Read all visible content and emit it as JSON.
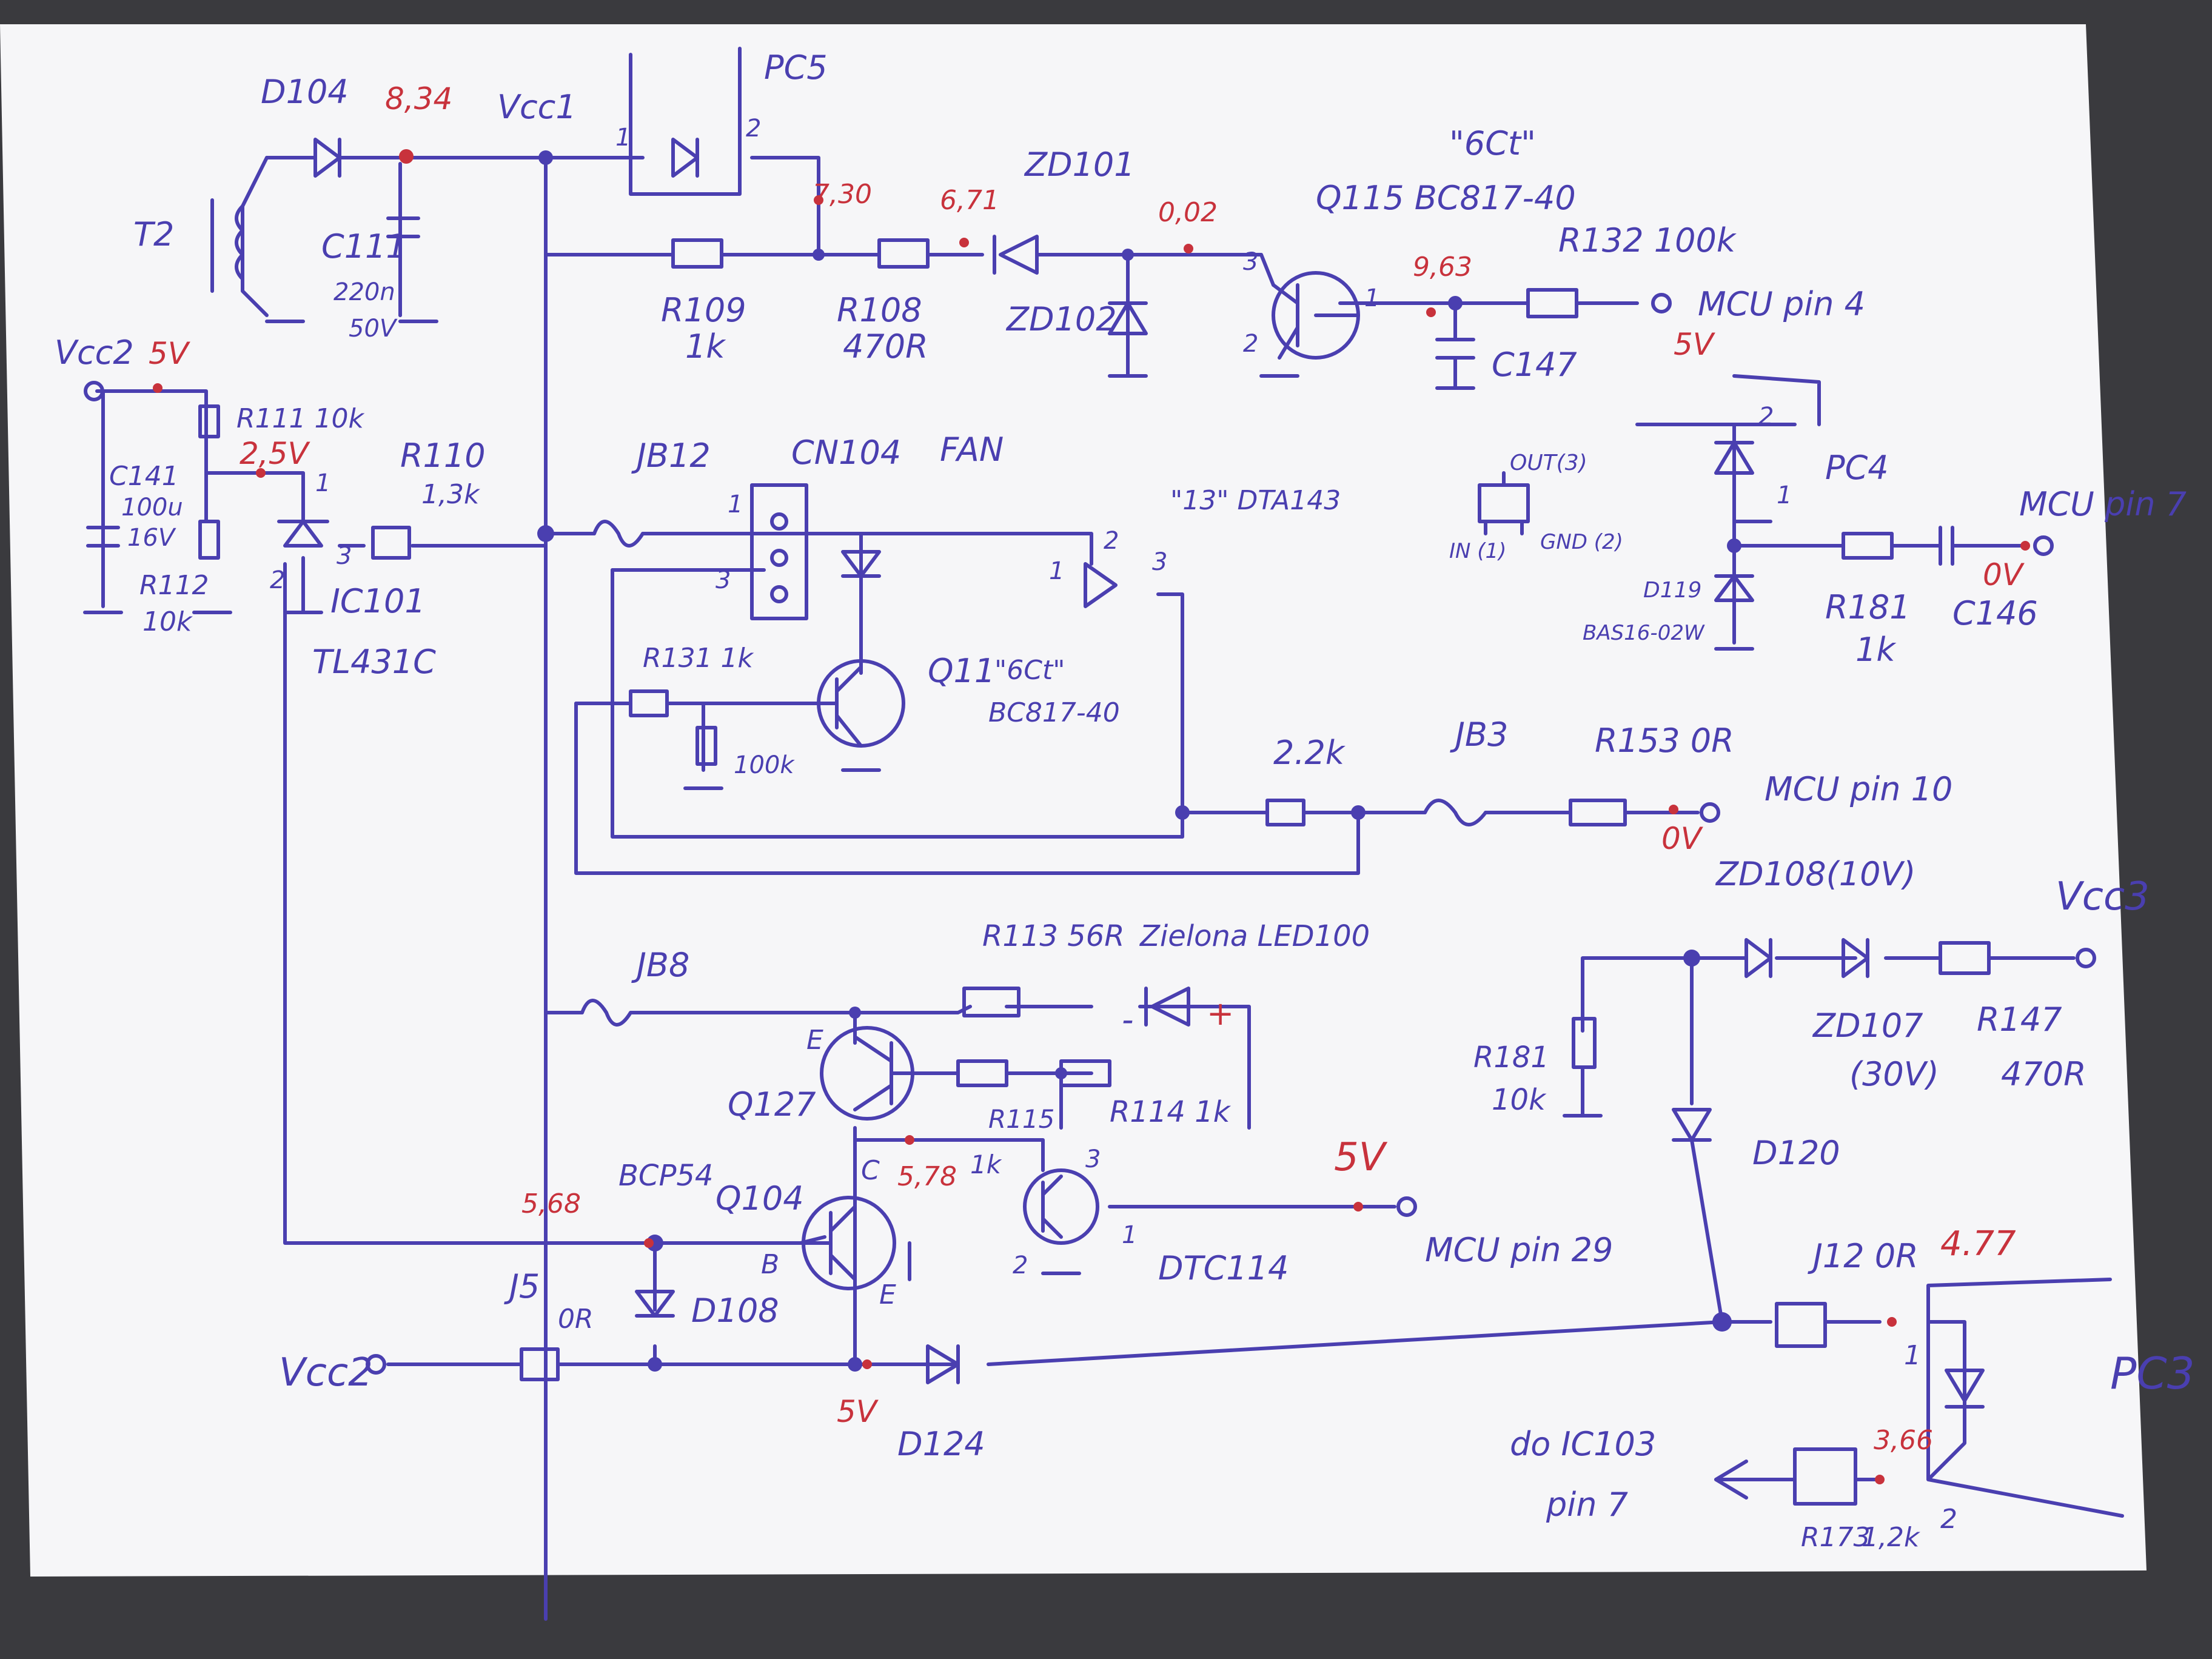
{
  "colors": {
    "ink": "#4a3fb0",
    "measurement": "#c8323c",
    "paper": "#f6f6f8",
    "table": "#3a3a3e"
  },
  "labels": {
    "d104": "D104",
    "v834": "8,34",
    "vcc1": "Vcc1",
    "pc5": "PC5",
    "t2": "T2",
    "c111": "C111",
    "c111v": "220n",
    "c111u": "50V",
    "p1a": "1",
    "p2a": "2",
    "v730": "7,30",
    "v671": "6,71",
    "zd101": "ZD101",
    "v002": "0,02",
    "gct1": "\"6Ct\"",
    "q115": "Q115 BC817-40",
    "r132": "R132 100k",
    "r109": "R109",
    "r109v": "1k",
    "r108": "R108",
    "r108v": "470R",
    "zd102": "ZD102",
    "n3a": "3",
    "n2a": "2",
    "n1a": "1",
    "v963": "9,63",
    "c147": "C147",
    "mcu4": "MCU pin 4",
    "v5a": "5V",
    "vcc2": "Vcc2",
    "v5b": "5V",
    "r111": "R111 10k",
    "v25": "2,5V",
    "c141": "C141",
    "c141v": "100u",
    "c141u": "16V",
    "r112": "R112",
    "r112v": "10k",
    "n1b": "1",
    "n2b": "2",
    "n3b": "3",
    "ic101": "IC101",
    "tl431": "TL431C",
    "r110": "R110",
    "r110v": "1,3k",
    "jb12": "JB12",
    "cn104": "CN104",
    "fan": "FAN",
    "n1c": "1",
    "n3c": "3",
    "dta": "\"13\" DTA143",
    "n2c": "2",
    "n1d": "1",
    "n3d": "3",
    "r131": "R131 1k",
    "r100k": "100k",
    "q11": "Q11",
    "gct2": "\"6Ct\"",
    "bc817": "BC817-40",
    "r22": "2.2k",
    "jb3": "JB3",
    "r153": "R153 0R",
    "v0a": "0V",
    "mcu10": "MCU pin 10",
    "out3": "OUT(3)",
    "in1": "IN (1)",
    "gnd2": "GND (2)",
    "pc4": "PC4",
    "n2d": "2",
    "n1e": "1",
    "mcu7": "MCU pin 7",
    "v0b": "0V",
    "d119": "D119",
    "bas": "BAS16-02W",
    "r181a": "R181",
    "r181av": "1k",
    "c146": "C146",
    "zd108": "ZD108(10V)",
    "vcc3": "Vcc3",
    "r113": "R113 56R",
    "led": "Zielona LED100",
    "minus": "-",
    "plus": "+",
    "jb8": "JB8",
    "e1": "E",
    "q127": "Q127",
    "c1": "C",
    "r115": "R115",
    "r114": "R114 1k",
    "r115v": "1k",
    "v568": "5,68",
    "bcp54": "BCP54",
    "q104": "Q104",
    "v578": "5,78",
    "v5c": "5V",
    "n3e": "3",
    "n1f": "1",
    "n2e": "2",
    "dtc": "DTC114",
    "mcu29": "MCU pin 29",
    "r181b": "R181",
    "r181bv": "10k",
    "zd107": "ZD107",
    "zd107v": "(30V)",
    "r147": "R147",
    "r147v": "470R",
    "d120": "D120",
    "b": "B",
    "e2": "E",
    "j5": "J5",
    "j5v": "0R",
    "d108": "D108",
    "j12": "J12 0R",
    "v477": "4.77",
    "pc3": "PC3",
    "n1g": "1",
    "vcc2b": "Vcc2",
    "v5d": "5V",
    "d124": "D124",
    "toic": "do IC103",
    "pin7": "pin 7",
    "v366": "3,66",
    "r173": "R173",
    "r173v": "1,2k",
    "n2f": "2"
  }
}
